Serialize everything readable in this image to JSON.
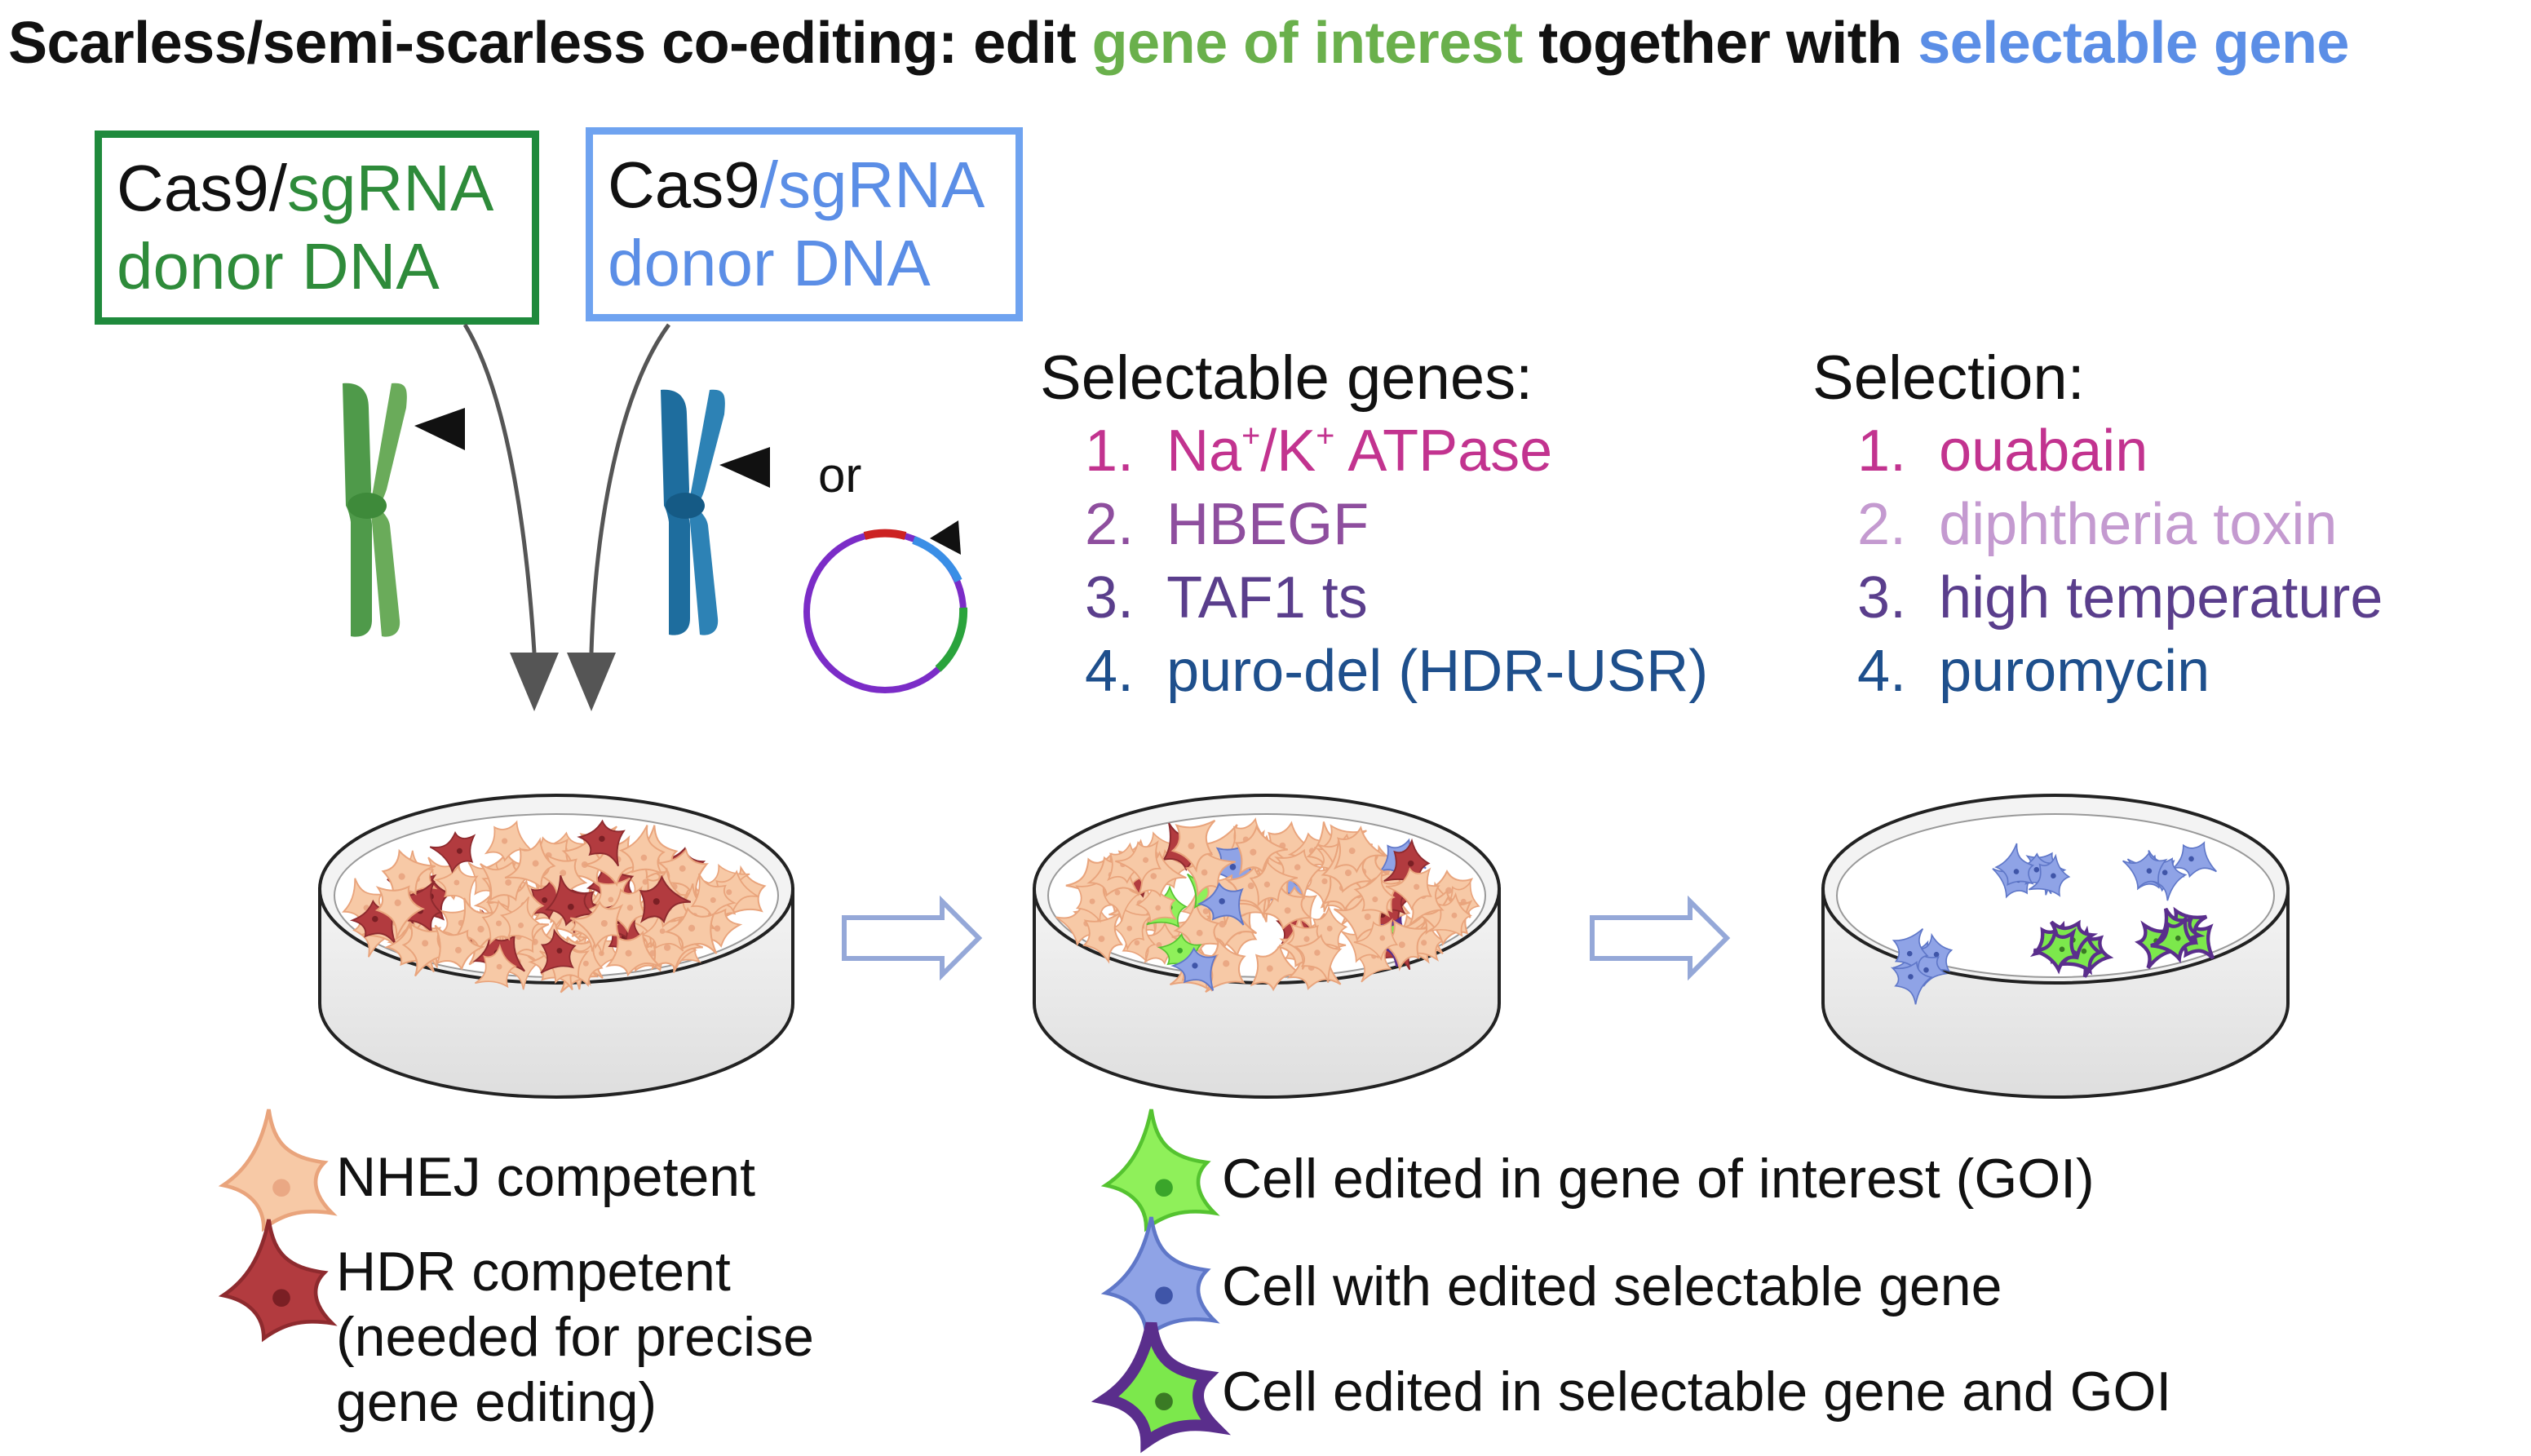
{
  "title": {
    "prefix": "Scarless/semi-scarless co-editing:  edit ",
    "goi": "gene of interest",
    "middle": " together with ",
    "selectable": "selectable gene"
  },
  "colors": {
    "green": "#2e8b3a",
    "title_green": "#6ab04c",
    "blue": "#5b8ee6",
    "magenta": "#c2338f",
    "purple": "#8e4e9e",
    "violet": "#5a3e8c",
    "navy": "#1e4f8c",
    "light_purple": "#c49ad0",
    "nhej_cell": "#f7c9a6",
    "hdr_cell": "#a8353a",
    "goi_cell": "#7ce84c",
    "sel_cell": "#7f95de",
    "both_cell_outline": "#5a2e8c"
  },
  "box_goi": {
    "line1_a": "Cas9/",
    "line1_b": "sgRNA",
    "line2": "donor DNA"
  },
  "box_sel": {
    "line1_a": "Cas9",
    "line1_b": "/sgRNA",
    "line2": "donor DNA"
  },
  "or_label": "or",
  "selectable_genes": {
    "heading": "Selectable genes:",
    "items": [
      {
        "num": "1.",
        "pre": "Na",
        "sup1": "+",
        "mid": "/K",
        "sup2": "+",
        "post": " ATPase"
      },
      {
        "num": "2.",
        "text": "HBEGF"
      },
      {
        "num": "3.",
        "text": "TAF1 ts"
      },
      {
        "num": "4.",
        "text": "puro-del (HDR-USR)"
      }
    ]
  },
  "selection": {
    "heading": "Selection:",
    "items": [
      {
        "num": "1.",
        "text": "ouabain"
      },
      {
        "num": "2.",
        "text": "diphtheria toxin"
      },
      {
        "num": "3.",
        "text": "high temperature"
      },
      {
        "num": "4.",
        "text": "puromycin"
      }
    ]
  },
  "legend": {
    "nhej": "NHEJ competent",
    "hdr_line1": "HDR competent",
    "hdr_line2": "(needed for precise",
    "hdr_line3": "gene editing)",
    "goi": "Cell edited in gene of interest (GOI)",
    "sel": "Cell with edited selectable gene",
    "both": "Cell edited in selectable gene and GOI"
  }
}
